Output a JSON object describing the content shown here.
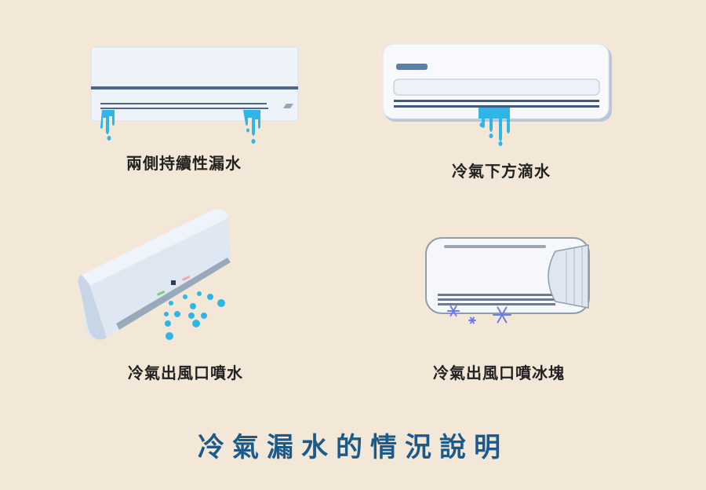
{
  "panels": [
    {
      "caption": "兩側持續性漏水"
    },
    {
      "caption": "冷氣下方滴水"
    },
    {
      "caption": "冷氣出風口噴水"
    },
    {
      "caption": "冷氣出風口噴冰塊"
    }
  ],
  "title": "冷氣漏水的情況說明",
  "colors": {
    "background": "#f3e8d8",
    "water": "#2fb6e6",
    "ice": "#6d7cf0",
    "title": "#1b5a8a"
  }
}
